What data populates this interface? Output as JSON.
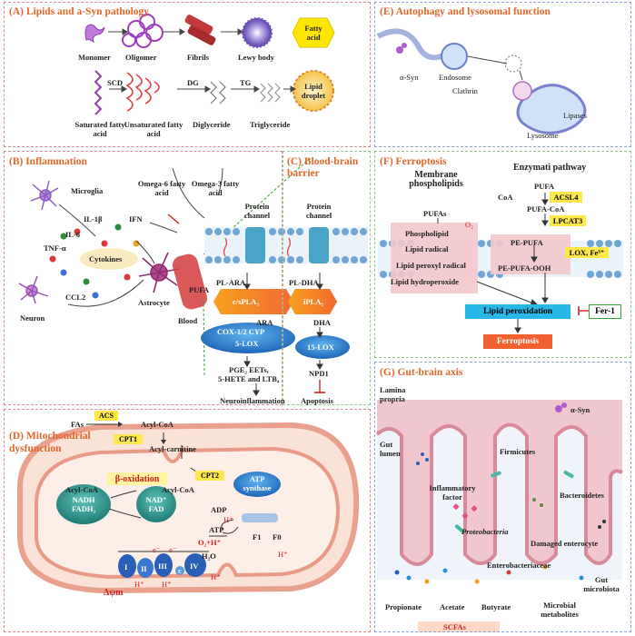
{
  "panelA": {
    "title": "(A) Lipids and a-Syn pathology",
    "monomer": "Monomer",
    "oligomer": "Oligomer",
    "fibrils": "Fibrils",
    "lewy_body": "Lewy body",
    "fatty_acid": "Fatty acid",
    "scd": "SCD",
    "dg": "DG",
    "tg": "TG",
    "lipid_droplet": "Lipid droplet",
    "saturated": "Saturated fatty acid",
    "unsaturated": "Unsaturated fatty acid",
    "diglyceride": "Diglyceride",
    "triglyceride": "Triglyceride"
  },
  "panelE": {
    "title": "(E) Autophagy and lysosomal function",
    "asyn": "α-Syn",
    "endosome": "Endosome",
    "clathrin": "Clathrin",
    "lipases": "Lipases",
    "lysosome": "Lysosome"
  },
  "panelB": {
    "title": "(B) Inflammation",
    "microglia": "Microglia",
    "il1b": "IL-1β",
    "ifn": "IFN",
    "il6": "IL-6",
    "tnfa": "TNF-α",
    "cytokines": "Cytokines",
    "ccl2": "CCL2",
    "neuron": "Neuron",
    "astrocyte": "Astrocyte",
    "blood": "Blood",
    "pufa": "PUFA",
    "omega6": "Omega-6 fatty acid",
    "omega3": "Omega-3 fatty acid"
  },
  "panelC": {
    "title": "(C) Blood-brain barrier",
    "protein_channel": "Protein channel",
    "pl_ara": "PL-ARA",
    "pl_dha": "PL-DHA",
    "cspla2": "c/sPLA₂",
    "ipla2": "iPLA₂",
    "ara": "ARA",
    "dha": "DHA",
    "cox": "COX-1/2 CYP",
    "lox5": "5-LOX",
    "lox15": "15-LOX",
    "pge": "PGE₂ EETs,",
    "hete": "5-HETE and LTB₄",
    "npd1": "NPD1",
    "neuroinflammation": "Neuroinflammation",
    "apoptosis": "Apoptosis"
  },
  "panelF": {
    "title": "(F) Ferroptosis",
    "membrane_pl": "Membrane phospholipids",
    "enzymatic": "Enzymati pathway",
    "pufas": "PUFAs",
    "pufa": "PUFA",
    "coa": "CoA",
    "acsl4": "ACSL4",
    "pufa_coa": "PUFA-CoA",
    "lpcat3": "LPCAT3",
    "o2": "O₂",
    "phospholipid": "Phospholipid",
    "pe_pufa": "PE-PUFA",
    "lipid_radical": "Lipid radical",
    "lox_fe": "LOX, Fe³⁺",
    "lipid_peroxyl": "Lipid peroxyl radical",
    "pe_pufa_ooh": "PE-PUFA-OOH",
    "lipid_hydroperoxide": "Lipid hydroperoxide",
    "lipid_peroxidation": "Lipid peroxidation",
    "fer1": "Fer-1",
    "ferroptosis": "Ferroptosis"
  },
  "panelD": {
    "title": "(D) Mitochondrial dysfunction",
    "fas": "FAs",
    "acs": "ACS",
    "acyl_coa": "Acyl-CoA",
    "cpt1": "CPT1",
    "acyl_carnitine": "Acyl-carnitine",
    "cpt2": "CPT2",
    "beta_ox": "β-oxidation",
    "nadh": "NADH FADH₂",
    "nad": "NAD⁺ FAD",
    "atp_synthase": "ATP synthase",
    "adp": "ADP",
    "atp": "ATP",
    "hplus": "H⁺",
    "o2h": "O₂+H⁺",
    "h2o": "H₂O",
    "f1": "F1",
    "f0": "F0",
    "e": "e⁻",
    "complexes": [
      "I",
      "II",
      "III",
      "c",
      "IV"
    ],
    "dpsim": "Δψm"
  },
  "panelG": {
    "title": "(G) Gut-brain axis",
    "lamina": "Lamina propria",
    "asyn": "α-Syn",
    "gut_lumen": "Gut lumen",
    "firmicutes": "Firmicutes",
    "inflammatory": "Inflammatory factor",
    "bacteroidetes": "Bacteroidetes",
    "proteobacteria": "Proteobacteria",
    "damaged": "Damaged enterocyte",
    "enterobacteriaceae": "Enterobacteriaceae",
    "gut_microbiota": "Gut microbiota",
    "propionate": "Propionate",
    "acetate": "Acetate",
    "butyrate": "Butyrate",
    "microbial_metabolites": "Microbial metabolites",
    "scfas": "SCFAs"
  },
  "colors": {
    "title": "#e0662a",
    "ellipse_blue": "#2b7fd0",
    "mito_teal": "#2a8f88",
    "membrane_blue": "#7fb0d8",
    "ferro_pink": "#f4c8cc",
    "cyan_box": "#29b8e8",
    "orange_box": "#f06030",
    "yellow_box": "#ffe94a",
    "gut_pink": "#f1c7cf"
  }
}
